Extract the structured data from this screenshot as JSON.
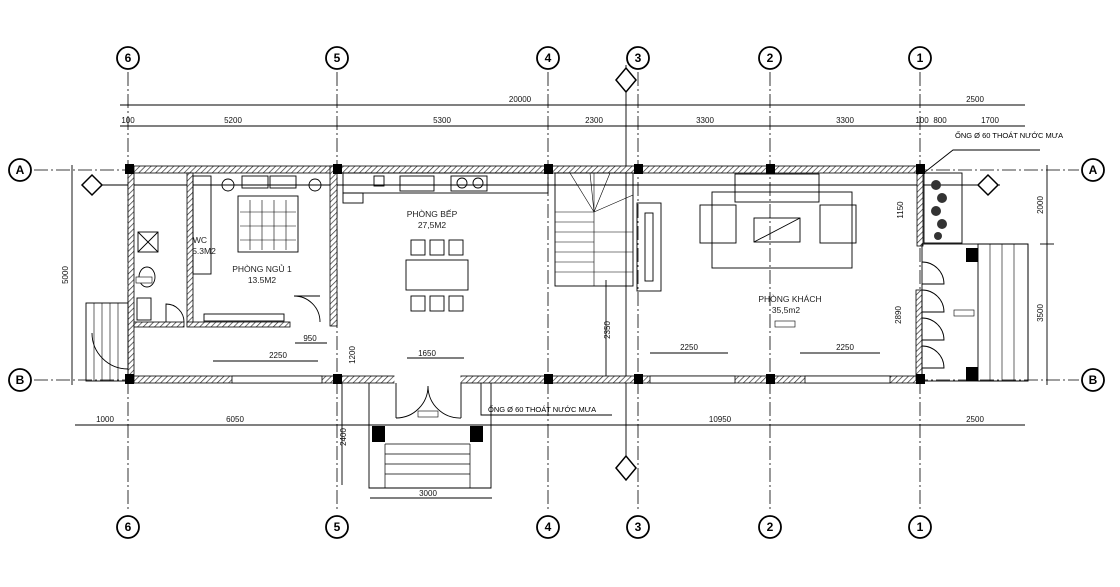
{
  "axes": {
    "columns": [
      "6",
      "5",
      "4",
      "3",
      "2",
      "1"
    ],
    "rows": [
      "A",
      "B"
    ]
  },
  "dimensions": {
    "overall": "20000",
    "right_overhang_top": "2500",
    "top_segments": [
      "100",
      "5200",
      "5300",
      "2300",
      "3300",
      "3300",
      "100",
      "800",
      "1700"
    ],
    "left_height": "5000",
    "right_heights": [
      "2000",
      "3500"
    ],
    "inner": {
      "window_1150": "1150",
      "stair_2350": "2350",
      "door_2890": "2890",
      "v_1200": "1200",
      "door_950": "950",
      "win_bedroom": "2250",
      "entry_1650": "1650",
      "win_living_1": "2250",
      "win_living_2": "2250"
    },
    "bottom_segments": [
      "1000",
      "6050",
      "10950",
      "2500"
    ],
    "porch_depth": "2400",
    "porch_width": "3000"
  },
  "rooms": {
    "wc": {
      "name": "WC",
      "area": "5.3M2"
    },
    "bedroom": {
      "name": "PHÒNG NGỦ 1",
      "area": "13.5M2"
    },
    "kitchen": {
      "name": "PHÒNG BẾP",
      "area": "27,5M2"
    },
    "living": {
      "name": "PHÒNG KHÁCH",
      "area": "35,5m2"
    }
  },
  "notes": {
    "drain_top": "ỐNG Ø 60 THOÁT NƯỚC MƯA",
    "drain_bottom": "ỐNG Ø 60 THOÁT NƯỚC MƯA"
  }
}
